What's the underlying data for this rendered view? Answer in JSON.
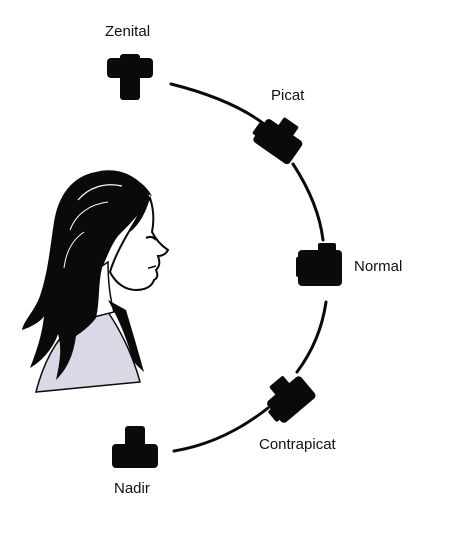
{
  "diagram": {
    "labels": {
      "zenital": "Zenital",
      "picat": "Picat",
      "normal": "Normal",
      "contrapicat": "Contrapicat",
      "nadir": "Nadir"
    }
  },
  "colors": {
    "ink": "#0a0a0a",
    "shirt": "#d9d9e6",
    "skin": "#ffffff"
  },
  "icons": {
    "camera": "camera-icon",
    "portrait": "woman-profile-illustration"
  }
}
